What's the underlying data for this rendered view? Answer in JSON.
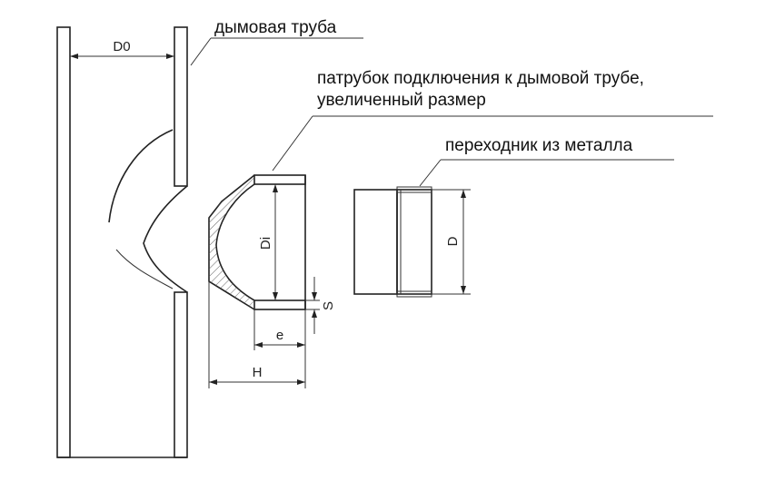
{
  "labels": {
    "chimney": "дымовая труба",
    "connector_line1": "патрубок подключения к дымовой трубе,",
    "connector_line2": "увеличенный размер",
    "adapter": "переходник из металла"
  },
  "dimensions": {
    "d0": "D0",
    "di": "Di",
    "s": "S",
    "e": "e",
    "h": "H",
    "d": "D"
  }
}
